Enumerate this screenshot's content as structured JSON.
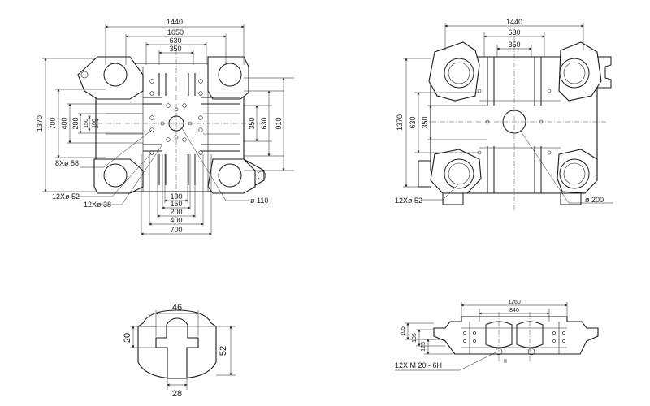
{
  "view_front": {
    "dims_top": [
      "1440",
      "1050",
      "630",
      "350"
    ],
    "dims_left": [
      "1370",
      "700",
      "400",
      "200",
      "150",
      "100"
    ],
    "dims_right": [
      "350",
      "630",
      "910"
    ],
    "dims_bottom": [
      "100",
      "150",
      "200",
      "400",
      "700"
    ],
    "callouts": [
      "8Xø 58",
      "12Xø 52",
      "12Xø 38",
      "ø 110"
    ]
  },
  "view_rear": {
    "dims_top": [
      "1440",
      "630",
      "350"
    ],
    "dims_left": [
      "1370",
      "630",
      "350"
    ],
    "callouts": [
      "12Xø  52",
      "ø  200"
    ]
  },
  "view_slot": {
    "dims": [
      "46",
      "20",
      "52",
      "28"
    ]
  },
  "view_side": {
    "dims_top": [
      "1260",
      "840"
    ],
    "dims_left": [
      "105",
      "105",
      "125"
    ],
    "callouts": [
      "12X  M  20  - 6H"
    ],
    "marks": [
      "II"
    ]
  }
}
